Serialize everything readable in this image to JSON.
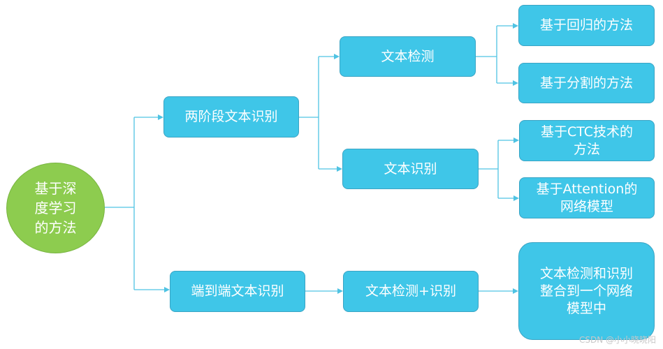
{
  "colors": {
    "node_fill": "#3fc6e8",
    "root_fill": "#8dcc4f",
    "connector": "#4fc3e3",
    "text": "#ffffff"
  },
  "root": {
    "label": "基于深\n度学习\n的方法"
  },
  "level1": {
    "two_stage": {
      "label": "两阶段文本识别"
    },
    "end_to_end": {
      "label": "端到端文本识别"
    }
  },
  "level2": {
    "text_detection": {
      "label": "文本检测"
    },
    "text_recognition": {
      "label": "文本识别"
    },
    "detection_plus_recognition": {
      "label": "文本检测+识别"
    }
  },
  "level3": {
    "regression_method": {
      "label": "基于回归的方法"
    },
    "segmentation_method": {
      "label": "基于分割的方法"
    },
    "ctc_method": {
      "label": "基于CTC技术的\n方法"
    },
    "attention_method": {
      "label": "基于Attention的\n网络模型"
    },
    "unified_network": {
      "label": "文本检测和识别\n整合到一个网络\n模型中"
    }
  },
  "watermark": "CSDN @小小晓晓阳"
}
